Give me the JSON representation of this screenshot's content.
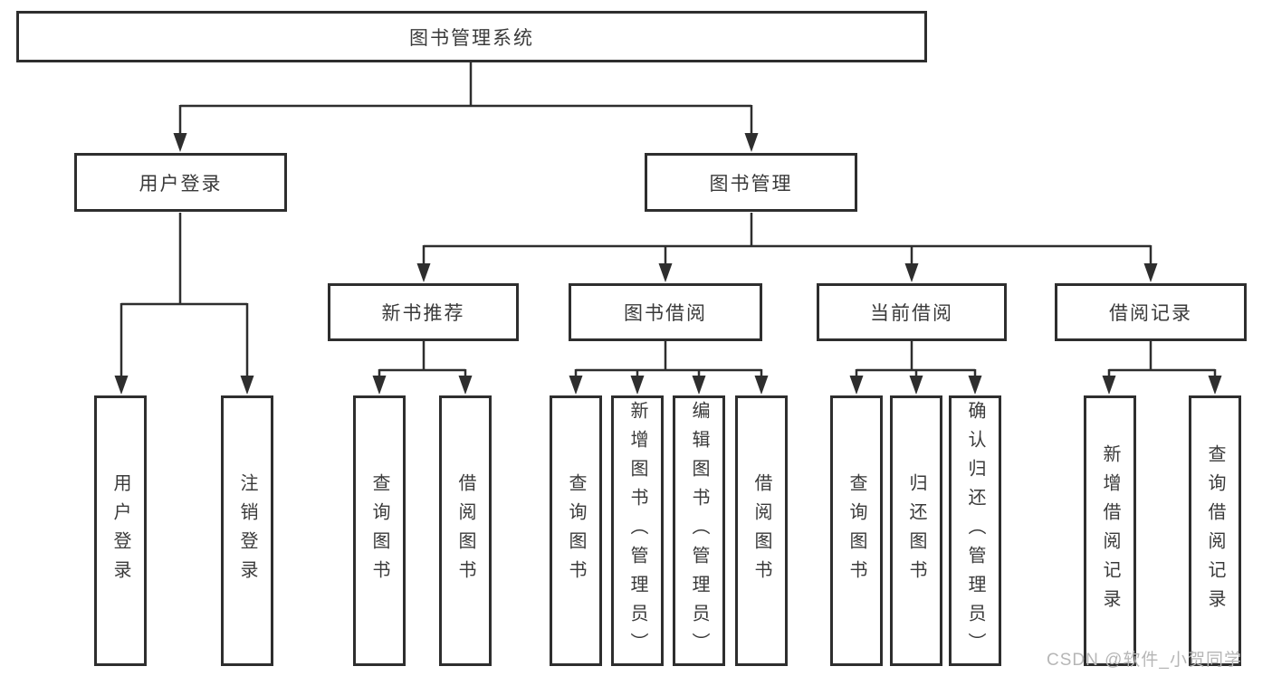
{
  "diagram": {
    "watermark": "CSDN @软件_小贺同学",
    "colors": {
      "line": "#2e2e2e",
      "box_border": "#2e2e2e",
      "text": "#3a3a3a",
      "background": "#ffffff",
      "watermark": "#b6b6b6"
    },
    "tree": {
      "root": {
        "label": "图书管理系统",
        "children": [
          {
            "label": "用户登录",
            "children": [
              {
                "label": "用户登录"
              },
              {
                "label": "注销登录"
              }
            ]
          },
          {
            "label": "图书管理",
            "children": [
              {
                "label": "新书推荐",
                "children": [
                  {
                    "label": "查询图书"
                  },
                  {
                    "label": "借阅图书"
                  }
                ]
              },
              {
                "label": "图书借阅",
                "children": [
                  {
                    "label": "查询图书"
                  },
                  {
                    "label": "新增图书（管理员）"
                  },
                  {
                    "label": "编辑图书（管理员）"
                  },
                  {
                    "label": "借阅图书"
                  }
                ]
              },
              {
                "label": "当前借阅",
                "children": [
                  {
                    "label": "查询图书"
                  },
                  {
                    "label": "归还图书"
                  },
                  {
                    "label": "确认归还（管理员）"
                  }
                ]
              },
              {
                "label": "借阅记录",
                "children": [
                  {
                    "label": "新增借阅记录"
                  },
                  {
                    "label": "查询借阅记录"
                  }
                ]
              }
            ]
          }
        ]
      }
    }
  }
}
